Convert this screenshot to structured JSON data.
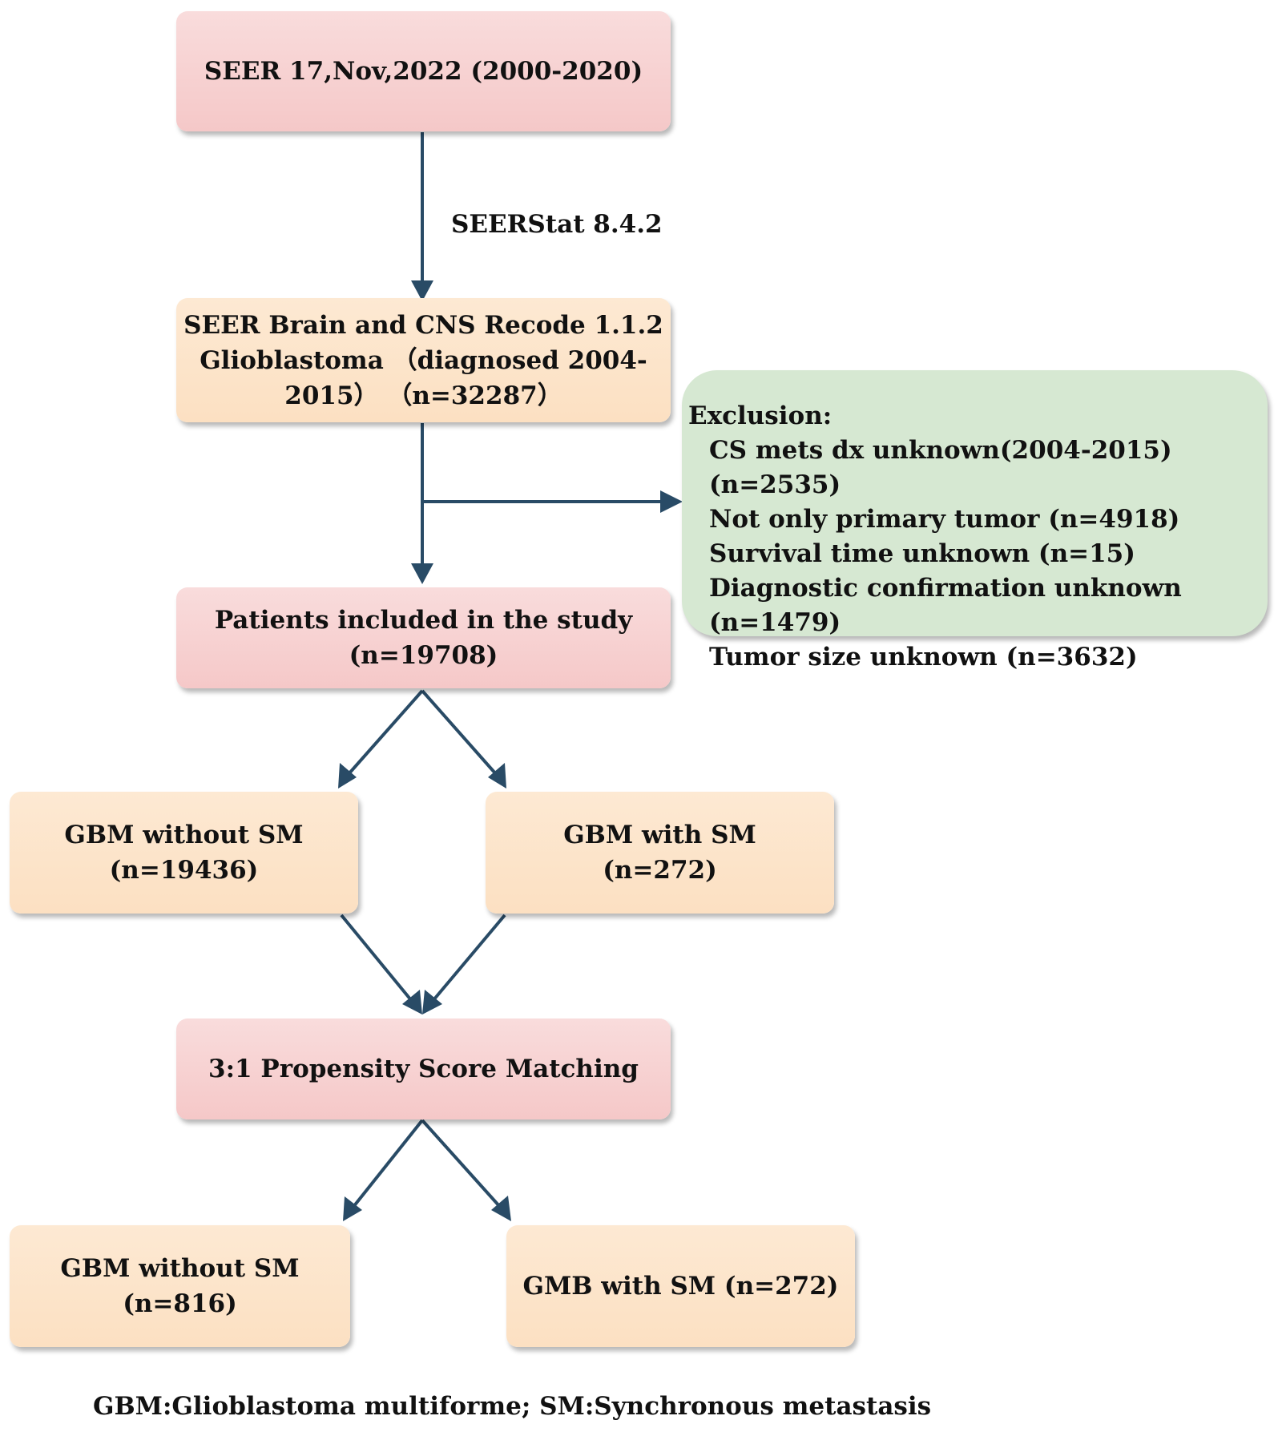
{
  "boxes": {
    "source": "SEER 17,Nov,2022 (2000-2020)",
    "recode": [
      "SEER Brain and CNS Recode 1.1.2",
      "Glioblastoma （diagnosed 2004-",
      "2015） （n=32287）"
    ],
    "included": [
      "Patients included in the study",
      "(n=19708)"
    ],
    "without_sm": [
      "GBM without SM",
      "(n=19436)"
    ],
    "with_sm": [
      "GBM with  SM",
      "(n=272)"
    ],
    "psm": "3:1 Propensity Score Matching",
    "matched_without": "GBM without SM (n=816)",
    "matched_with": "GMB with  SM (n=272)"
  },
  "exclusion": {
    "title": "Exclusion:",
    "items": [
      "CS mets dx unknown(2004-2015) (n=2535)",
      "Not only  primary tumor (n=4918)",
      "Survival time unknown (n=15)",
      "Diagnostic confirmation unknown (n=1479)",
      "Tumor size unknown (n=3632)"
    ]
  },
  "arrow_label": "SEERStat 8.4.2",
  "footnote": "GBM:Glioblastoma multiforme; SM:Synchronous metastasis",
  "colors": {
    "pink": "#f6cccc",
    "peach": "#fde3c8",
    "green": "#d6e8d2",
    "arrow": "#294b66"
  }
}
